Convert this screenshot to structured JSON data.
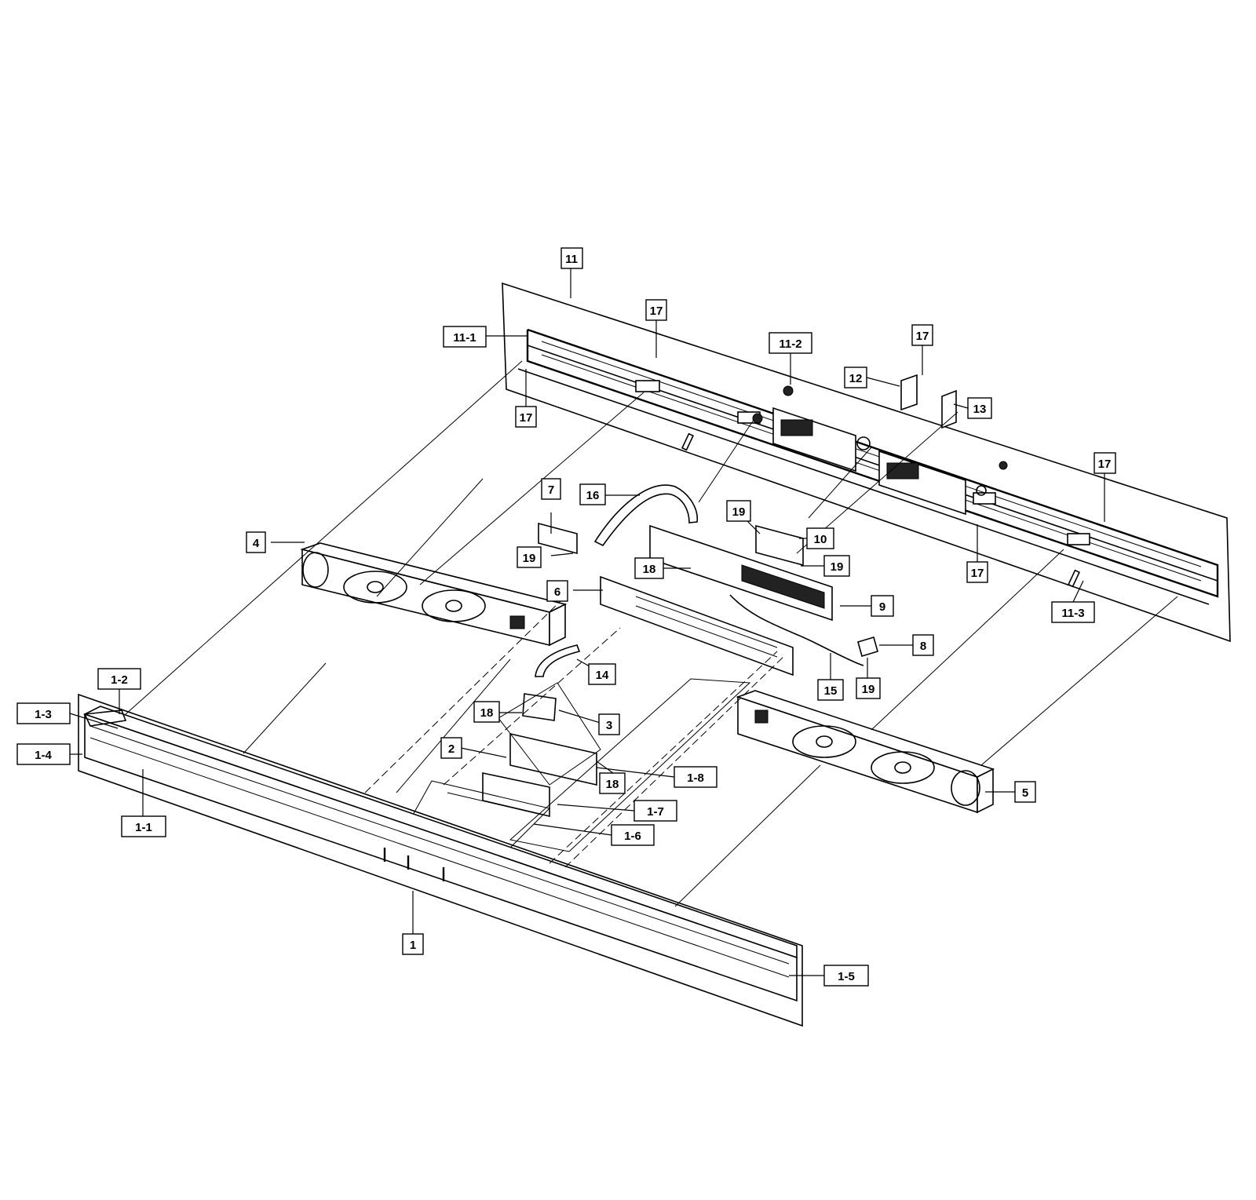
{
  "labels": {
    "l1": "1",
    "l1_1": "1-1",
    "l1_2": "1-2",
    "l1_3": "1-3",
    "l1_4": "1-4",
    "l1_5": "1-5",
    "l1_6": "1-6",
    "l1_7": "1-7",
    "l1_8": "1-8",
    "l2": "2",
    "l3": "3",
    "l4": "4",
    "l5": "5",
    "l6": "6",
    "l7": "7",
    "l8": "8",
    "l9": "9",
    "l10": "10",
    "l11": "11",
    "l11_1": "11-1",
    "l11_2": "11-2",
    "l11_3": "11-3",
    "l12": "12",
    "l13": "13",
    "l14": "14",
    "l15": "15",
    "l16": "16",
    "l17a": "17",
    "l17b": "17",
    "l17c": "17",
    "l17d": "17",
    "l17e": "17",
    "l18a": "18",
    "l18b": "18",
    "l18c": "18",
    "l19a": "19",
    "l19b": "19",
    "l19c": "19",
    "l19d": "19"
  }
}
